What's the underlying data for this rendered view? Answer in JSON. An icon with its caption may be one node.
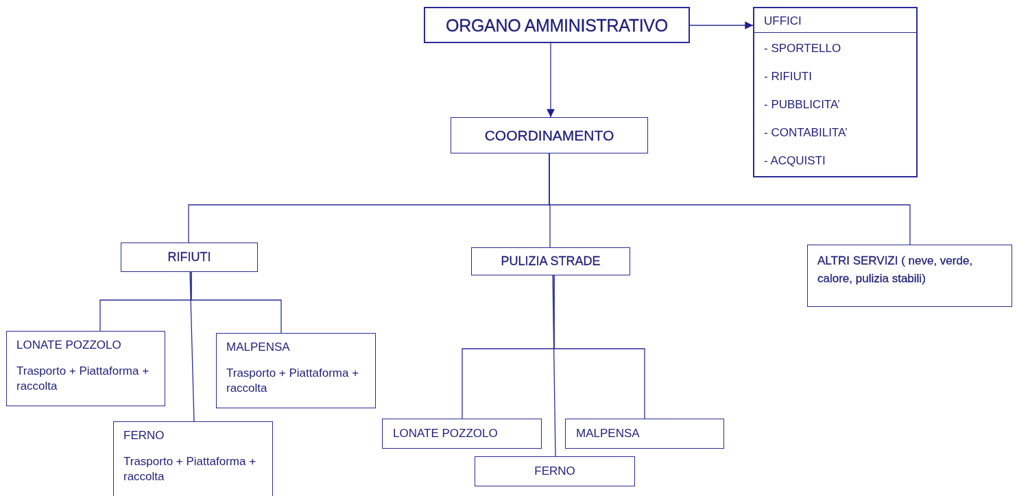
{
  "diagram": {
    "nodes": [
      {
        "text": [
          "ORGANO AMMINISTRATIVO"
        ]
      },
      {
        "text": [
          "UFFICI",
          "- SPORTELLO",
          "- RIFIUTI",
          "- PUBBLICITA’",
          "- CONTABILITA’",
          "- ACQUISTI"
        ]
      },
      {
        "text": [
          "COORDINAMENTO"
        ]
      },
      {
        "text": [
          "RIFIUTI"
        ]
      },
      {
        "text": [
          "PULIZIA STRADE"
        ]
      },
      {
        "text": [
          "ALTRI SERVIZI ( neve, verde, calore, pulizia stabili)"
        ]
      },
      {
        "text": [
          "LONATE POZZOLO",
          "Trasporto + Piattaforma + raccolta"
        ]
      },
      {
        "text": [
          "MALPENSA",
          "Trasporto + Piattaforma + raccolta"
        ]
      },
      {
        "text": [
          "FERNO",
          "Trasporto + Piattaforma + raccolta"
        ]
      },
      {
        "text": [
          "LONATE POZZOLO"
        ]
      },
      {
        "text": [
          "MALPENSA"
        ]
      },
      {
        "text": [
          "FERNO"
        ]
      }
    ],
    "edges": [
      {
        "from": 0,
        "to": 1,
        "arrow": "to"
      },
      {
        "from": 0,
        "to": 2,
        "arrow": "to"
      },
      {
        "from": 2,
        "to": 3,
        "arrow": "none"
      },
      {
        "from": 2,
        "to": 4,
        "arrow": "none"
      },
      {
        "from": 2,
        "to": 5,
        "arrow": "none"
      },
      {
        "from": 3,
        "to": 6,
        "arrow": "none"
      },
      {
        "from": 3,
        "to": 7,
        "arrow": "none"
      },
      {
        "from": 3,
        "to": 8,
        "arrow": "none"
      },
      {
        "from": 4,
        "to": 9,
        "arrow": "none"
      },
      {
        "from": 4,
        "to": 10,
        "arrow": "none"
      },
      {
        "from": 4,
        "to": 11,
        "arrow": "none"
      }
    ]
  }
}
